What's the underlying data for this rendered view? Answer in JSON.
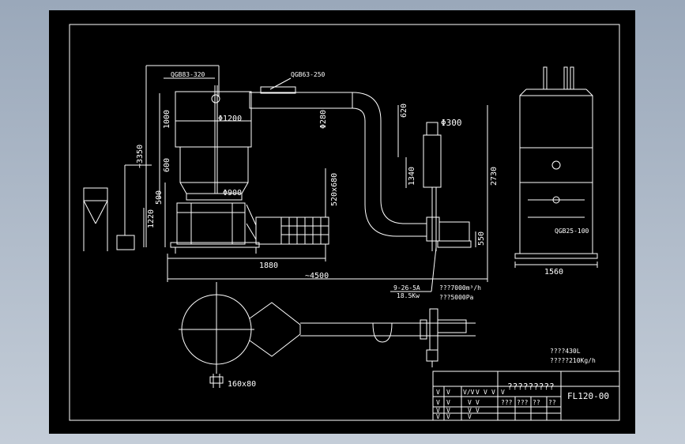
{
  "drawing": {
    "title_block": {
      "title": "?????????",
      "drawing_no": "FL120-00",
      "cells_row1": [
        "V",
        "V",
        "V/V",
        "V",
        "V",
        "V",
        "V"
      ],
      "cells_row2": [
        "V",
        "V",
        "V",
        "V"
      ],
      "cells_row3": [
        "V",
        "V",
        "V",
        "V"
      ],
      "cells_row4": [
        "V",
        "V",
        "V",
        "???",
        "???",
        "??",
        "??"
      ]
    },
    "labels": {
      "part_top_left": "QGB83-320",
      "part_top_mid": "QGB63-250",
      "dia_1200": "Φ1200",
      "dia_900": "Φ900",
      "dia_280": "Φ280",
      "dia_300": "Φ300",
      "dim_1000": "1000",
      "dim_600": "600",
      "dim_3350": "~3350",
      "dim_500": "500",
      "dim_1220": "1220",
      "dim_520x680": "520x680",
      "dim_620": "620",
      "dim_1340": "1340",
      "dim_2730": "2730",
      "dim_550": "550",
      "dim_1880": "1880",
      "dim_4500": "~4500",
      "dim_1560": "1560",
      "dim_160x80": "160x80",
      "fan_model": "9-26-5A",
      "fan_power": "18.5Kw",
      "fan_flow": "???7000m³/h",
      "fan_pressure": "???5000Pa",
      "spec_volume": "????430L",
      "spec_capacity": "?????210Kg/h",
      "side_label": "QGB25-100"
    }
  }
}
